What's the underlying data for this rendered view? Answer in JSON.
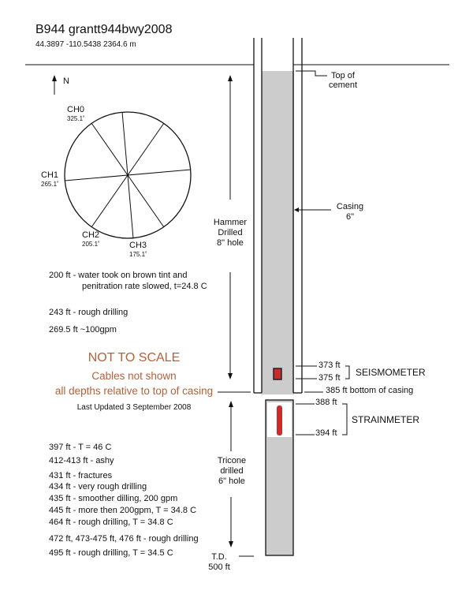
{
  "header": {
    "title": "B944 grantt944bwy2008",
    "coords": "44.3897  -110.5438  2364.6 m"
  },
  "compass": {
    "north": "N",
    "channels": [
      {
        "name": "CH0",
        "angle": "325.1˚"
      },
      {
        "name": "CH1",
        "angle": "265.1˚"
      },
      {
        "name": "CH2",
        "angle": "205.1˚"
      },
      {
        "name": "CH3",
        "angle": "175.1˚"
      }
    ]
  },
  "well_labels": {
    "top_of_cement": [
      "Top of",
      "cement"
    ],
    "casing": [
      "Casing",
      "6\""
    ],
    "hammer": [
      "Hammer",
      "Drilled",
      "8\" hole"
    ],
    "tricone": [
      "Tricone",
      "drilled",
      "6\" hole"
    ],
    "td": [
      "T.D.",
      "500 ft"
    ]
  },
  "depth_marks": {
    "d373": "373 ft",
    "d375": "375 ft",
    "bottom_casing": "385 ft bottom of casing",
    "d388": "388 ft",
    "d394": "394 ft",
    "seismometer": "SEISMOMETER",
    "strainmeter": "STRAINMETER"
  },
  "notes_upper": [
    "200 ft -  water took on brown tint and",
    "penitration rate slowed, t=24.8 C",
    "243 ft - rough drilling",
    "269.5 ft   ~100gpm"
  ],
  "scale_notice": {
    "title": "NOT TO SCALE",
    "line1": "Cables not shown",
    "line2": "all depths relative to top of casing",
    "updated": "Last Updated 3 September 2008"
  },
  "notes_lower": [
    "397 ft - T = 46 C",
    "412-413 ft - ashy",
    "431 ft - fractures",
    "434 ft - very rough drilling",
    "435 ft - smoother dilling, 200 gpm",
    "445 ft - more then 200gpm, T = 34.8 C",
    "464 ft -  rough drilling, T = 34.8 C",
    "472  ft, 473-475 ft, 476 ft -  rough drilling",
    "495 ft - rough drilling, T = 34.5 C"
  ],
  "colors": {
    "cement": "#cccccc",
    "sensor": "#cc2b2b",
    "note_orange": "#b5613a"
  }
}
